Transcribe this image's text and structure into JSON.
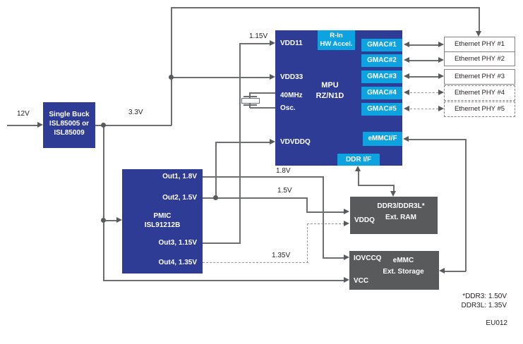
{
  "colors": {
    "dark_blue": "#2e3c96",
    "cyan": "#0da2e0",
    "gray_box": "#595a5c",
    "wire": "#6d6e71",
    "arrow": "#595a5c",
    "text_dark": "#231f20",
    "phy_border": "#808285"
  },
  "rails": {
    "v12": "12V",
    "v3_3": "3.3V",
    "v1_15": "1.15V",
    "v1_8": "1.8V",
    "v1_5": "1.5V",
    "v1_35": "1.35V"
  },
  "buck": {
    "line1": "Single Buck",
    "line2": "ISL85005 or",
    "line3": "ISL85009"
  },
  "pmic": {
    "out1": "Out1, 1.8V",
    "out2": "Out2, 1.5V",
    "name": "PMIC",
    "part": "ISL91212B",
    "out3": "Out3, 1.15V",
    "out4": "Out4, 1.35V"
  },
  "mpu": {
    "name": "MPU",
    "part": "RZ/N1D",
    "accel_line1": "R-In",
    "accel_line2": "HW Accel.",
    "ports": {
      "vdd11": "VDD11",
      "vdd33": "VDD33",
      "osc_line1": "40MHz",
      "osc_line2": "Osc.",
      "vdvddq": "VDVDDQ"
    },
    "gmacs": [
      "GMAC#1",
      "GMAC#2",
      "GMAC#3",
      "GMAC#4",
      "GMAC#5"
    ],
    "emmc_if": "eMMCI/F",
    "ddr_if": "DDR I/F"
  },
  "phys": [
    {
      "label": "Ethernet PHY #1"
    },
    {
      "label": "Ethernet PHY #2"
    },
    {
      "label": "Ethernet PHY #3"
    },
    {
      "label": "Ethernet PHY #4"
    },
    {
      "label": "Ethernet PHY #5"
    }
  ],
  "ram": {
    "name": "DDR3/DDR3L*",
    "kind": "Ext. RAM",
    "port_vddq": "VDDQ"
  },
  "emmc": {
    "name": "eMMC",
    "kind": "Ext. Storage",
    "port_iovccq": "IOVCCQ",
    "port_vcc": "VCC"
  },
  "notes": {
    "ddr3": "*DDR3: 1.50V",
    "ddr3l": "DDR3L: 1.35V",
    "figure_id": "EU012"
  }
}
